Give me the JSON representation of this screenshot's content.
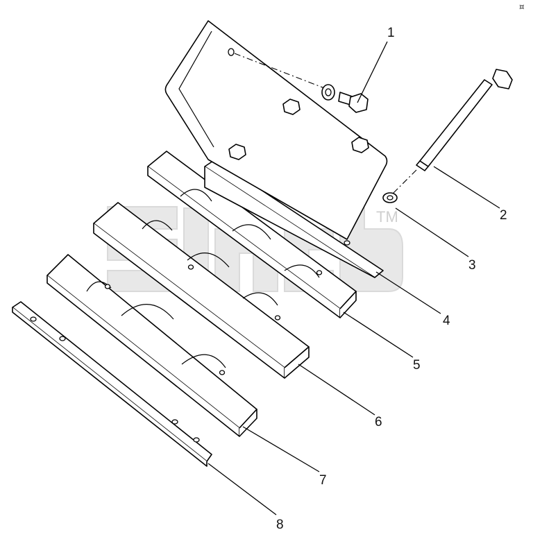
{
  "diagram": {
    "watermark": {
      "mark": "TM"
    },
    "corner_mark": "¤",
    "callouts": [
      {
        "id": "1",
        "label": "1"
      },
      {
        "id": "2",
        "label": "2"
      },
      {
        "id": "3",
        "label": "3"
      },
      {
        "id": "4",
        "label": "4"
      },
      {
        "id": "5",
        "label": "5"
      },
      {
        "id": "6",
        "label": "6"
      },
      {
        "id": "7",
        "label": "7"
      },
      {
        "id": "8",
        "label": "8"
      }
    ]
  }
}
